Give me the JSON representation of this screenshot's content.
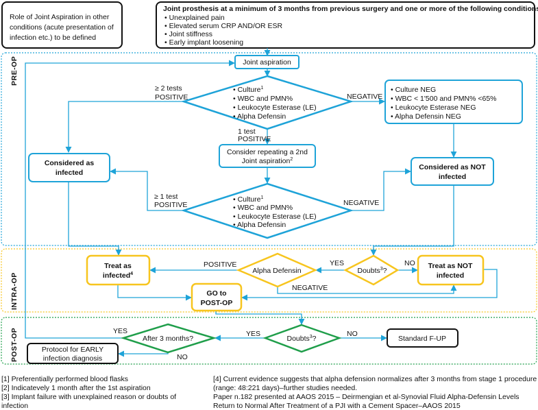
{
  "colors": {
    "pre_op": "#1ea3d8",
    "intra_op": "#f7c51e",
    "post_op": "#1f9e4a",
    "neutral": "#111111"
  },
  "side_note": [
    "Role of Joint Aspiration in other",
    "conditions (acute presentation of",
    "infection etc.) to be defined"
  ],
  "entry": {
    "title": "Joint prosthesis at a minimum of 3 months from previous surgery and one or more of the following conditions:",
    "conditions": [
      "Unexplained pain",
      "Elevated serum CRP AND/OR ESR",
      "Joint stiffness",
      "Early implant loosening"
    ]
  },
  "phases": {
    "pre_op": "PRE-OP",
    "intra_op": "INTRA-OP",
    "post_op": "POST-OP"
  },
  "pre_op": {
    "joint_aspiration": "Joint aspiration",
    "tests": [
      "Culture",
      "WBC and PMN%",
      "Leukocyte Esterase (LE)",
      "Alpha Defensin"
    ],
    "culture_sup": "1",
    "two_positive": [
      "≥ 2 tests",
      "POSITIVE"
    ],
    "one_positive": [
      "1 test",
      "POSITIVE"
    ],
    "negative": "NEGATIVE",
    "neg_results": [
      "Culture NEG",
      "WBC < 1'500 and PMN% <65%",
      "Leukocyte Esterase NEG",
      "Alpha Defensin NEG"
    ],
    "considered_infected": [
      "Considered as",
      "infected"
    ],
    "considered_not_infected": [
      "Considered as NOT",
      "infected"
    ],
    "repeat": [
      "Consider repeating a 2nd",
      "Joint aspiration"
    ],
    "repeat_sup": "2",
    "ge_one_positive": [
      "≥ 1 test",
      "POSITIVE"
    ],
    "negative2": "NEGATIVE"
  },
  "intra_op": {
    "treat_infected": [
      "Treat as",
      "infected"
    ],
    "treat_infected_sup": "4",
    "positive": "POSITIVE",
    "alpha_defensin": "Alpha Defensin",
    "yes": "YES",
    "doubts": "Doubts",
    "doubts_sup": "3",
    "doubts_q": "?",
    "no": "NO",
    "treat_not_infected": [
      "Treat as NOT",
      "infected"
    ],
    "negative": "NEGATIVE",
    "go_post_op": [
      "GO to",
      "POST-OP"
    ]
  },
  "post_op": {
    "yes_top": "YES",
    "after_3_months": "After 3 months?",
    "yes": "YES",
    "doubts": "Doubts",
    "doubts_sup": "3",
    "doubts_q": "?",
    "no": "NO",
    "standard_fup": "Standard F-UP",
    "no_bottom": "NO",
    "protocol_early": [
      "Protocol for EARLY",
      "infection diagnosis"
    ]
  },
  "footnotes": {
    "left": [
      "[1] Preferentially performed blood flasks",
      "[2] Indicatevely 1 month after the 1st aspiration",
      "[3] Implant failure with unexplained reason or doubts of",
      "infection"
    ],
    "right": [
      "[4] Current evidence suggests that alpha defension normalizes after 3 months from stage 1 procedure",
      "(range: 48:221 days)–further studies needed.",
      "Paper n.182 presented at AAOS 2015 – Deirmengian et al-Synovial Fluid Alpha-Defensin Levels",
      "Return to Normal After Treatment of a PJI with a Cement Spacer–AAOS 2015"
    ]
  }
}
